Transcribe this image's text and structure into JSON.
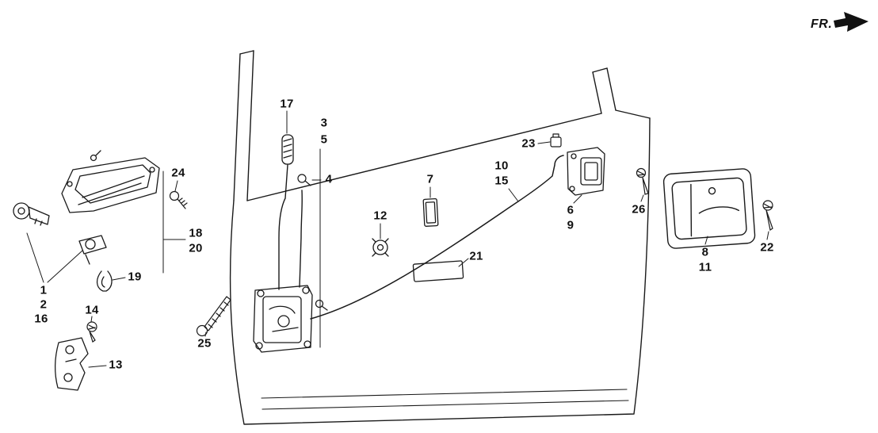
{
  "header": {
    "direction_label": "FR."
  },
  "icons": {
    "fr_arrow": "solid-right-arrow"
  },
  "callouts": {
    "c1": "1",
    "c2": "2",
    "c3": "3",
    "c4": "4",
    "c5": "5",
    "c6": "6",
    "c7": "7",
    "c8": "8",
    "c9": "9",
    "c10": "10",
    "c11": "11",
    "c12": "12",
    "c13": "13",
    "c14": "14",
    "c15": "15",
    "c16": "16",
    "c17": "17",
    "c18": "18",
    "c19": "19",
    "c20": "20",
    "c21": "21",
    "c22": "22",
    "c23": "23",
    "c24": "24",
    "c25": "25",
    "c26": "26"
  }
}
